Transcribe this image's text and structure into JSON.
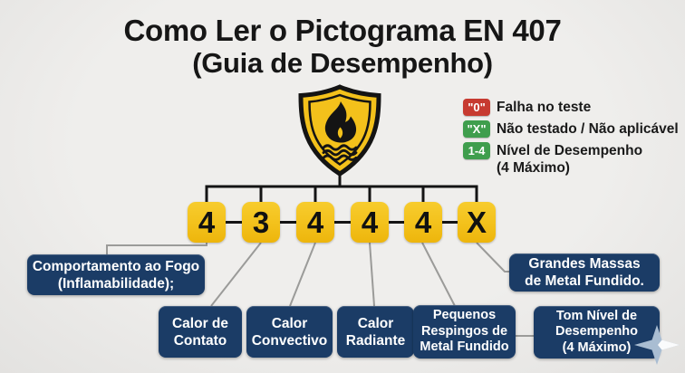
{
  "colors": {
    "bg": "#ECEBE9",
    "title": "#161616",
    "yellow": "#F3C11B",
    "yellow-dark": "#EDB50C",
    "navy": "#1B3C66",
    "red": "#C73A30",
    "green": "#3F9E4D",
    "line-black": "#141414",
    "line-gray": "#9B9B99",
    "star-blue": "#A9BDD2"
  },
  "title": {
    "line1": "Como Ler o Pictograma EN 407",
    "line2": "(Guia de Desempenho)"
  },
  "pictogram": {
    "name": "en407-heat-flame-shield"
  },
  "legend": {
    "items": [
      {
        "badge": "\"0\"",
        "text": "Falha no teste"
      },
      {
        "badge": "\"X\"",
        "text": "Não testado / Não aplicável"
      },
      {
        "badge": "1-4",
        "text": "Nível de Desempenho",
        "text2": "(4 Máximo)"
      }
    ]
  },
  "ratings": [
    "4",
    "3",
    "4",
    "4",
    "4",
    "X"
  ],
  "callouts": {
    "flammability": {
      "line1": "Comportamento ao Fogo",
      "line2": "(Inflamabilidade);"
    },
    "contact_heat": {
      "line1": "Calor de",
      "line2": "Contato"
    },
    "convective_heat": {
      "line1": "Calor",
      "line2": "Convectivo"
    },
    "radiant_heat": {
      "line1": "Calor",
      "line2": "Radiante"
    },
    "small_splashes": {
      "line1": "Pequenos",
      "line2": "Respingos de",
      "line3": "Metal Fundido"
    },
    "large_masses": {
      "line1": "Grandes Massas",
      "line2": "de Metal Fundido."
    },
    "performance_note": {
      "line1": "Tom Nível de",
      "line2": "Desempenho",
      "line3": "(4 Máximo)"
    }
  }
}
